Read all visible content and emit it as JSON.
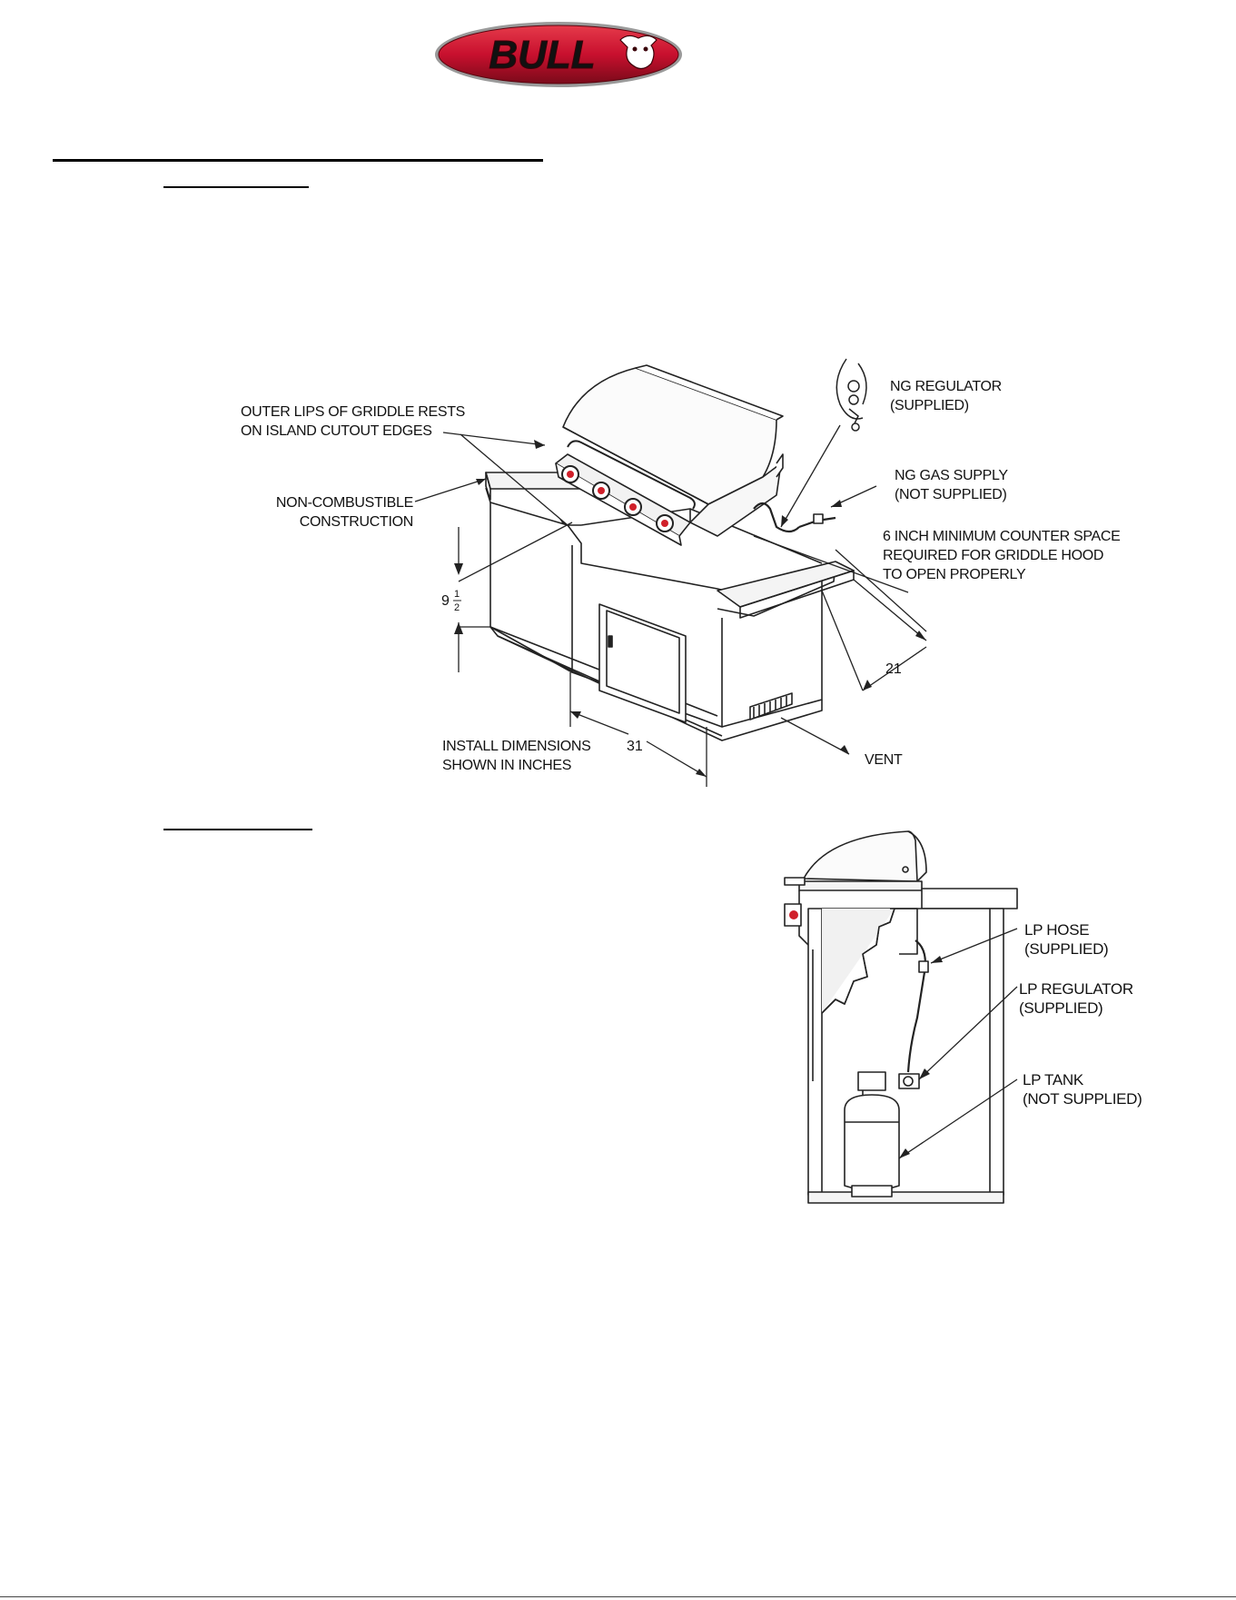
{
  "logo": {
    "text": "BULL"
  },
  "diagram_ng": {
    "labels": {
      "outer_lips_line1": "OUTER LIPS OF GRIDDLE RESTS",
      "outer_lips_line2": "ON ISLAND CUTOUT EDGES",
      "non_combustible_line1": "NON-COMBUSTIBLE",
      "non_combustible_line2": "CONSTRUCTION",
      "ng_regulator_line1": "NG REGULATOR",
      "ng_regulator_line2": "(SUPPLIED)",
      "ng_gas_supply_line1": "NG GAS SUPPLY",
      "ng_gas_supply_line2": "(NOT SUPPLIED)",
      "counter_space_line1": "6 INCH MINIMUM COUNTER SPACE",
      "counter_space_line2": "REQUIRED FOR GRIDDLE HOOD",
      "counter_space_line3": "TO OPEN PROPERLY",
      "install_dims_line1": "INSTALL DIMENSIONS",
      "install_dims_line2": "SHOWN IN INCHES",
      "vent": "VENT"
    },
    "dimensions": {
      "height_whole": "9",
      "height_num": "1",
      "height_den": "2",
      "depth": "21",
      "width": "31"
    }
  },
  "diagram_lp": {
    "labels": {
      "lp_hose_line1": "LP HOSE",
      "lp_hose_line2": "(SUPPLIED)",
      "lp_regulator_line1": "LP REGULATOR",
      "lp_regulator_line2": "(SUPPLIED)",
      "lp_tank_line1": "LP TANK",
      "lp_tank_line2": "(NOT SUPPLIED)"
    }
  },
  "colors": {
    "logo_red": "#c8102e",
    "logo_dark_red": "#7a0a1a",
    "knob_red": "#d0202a",
    "line": "#222222"
  }
}
